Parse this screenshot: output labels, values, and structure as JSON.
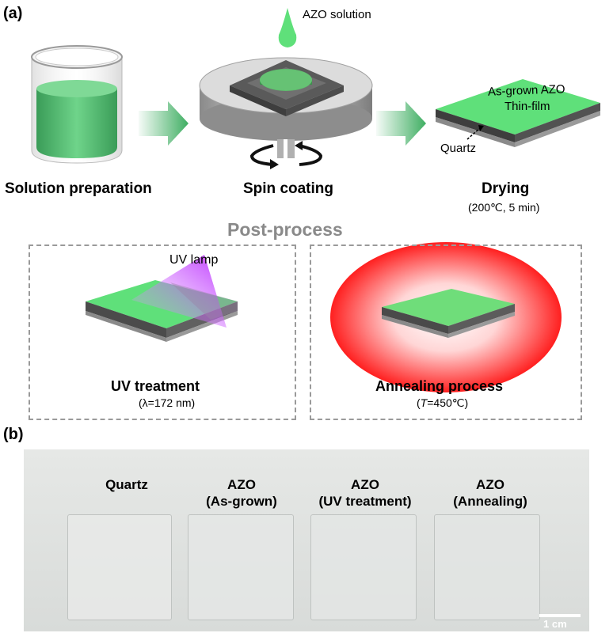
{
  "panel_a": {
    "label": "(a)",
    "drop_label": "AZO solution",
    "film_label_line1": "As-grown AZO",
    "film_label_line2": "Thin-film",
    "substrate_label": "Quartz",
    "steps": [
      {
        "title": "Solution preparation",
        "condition": ""
      },
      {
        "title": "Spin coating",
        "condition": ""
      },
      {
        "title": "Drying",
        "condition": "(200℃, 5 min)"
      }
    ],
    "post_title": "Post-process",
    "uv": {
      "lamp_label": "UV lamp",
      "title": "UV treatment",
      "condition": "(λ=172 nm)"
    },
    "anneal": {
      "title": "Annealing process",
      "condition_var": "T",
      "condition_rest": "=450℃)",
      "condition_open": "("
    }
  },
  "panel_b": {
    "label": "(b)",
    "samples": [
      {
        "line1": "Quartz",
        "line2": ""
      },
      {
        "line1": "AZO",
        "line2": "(As-grown)"
      },
      {
        "line1": "AZO",
        "line2": "(UV treatment)"
      },
      {
        "line1": "AZO",
        "line2": "(Annealing)"
      }
    ],
    "scale_bar": "1 cm"
  },
  "colors": {
    "film_green": "#5fe07a",
    "liquid_green": "#4db56a",
    "arrow_green": "#3fae62",
    "uv_violet": "#c63bff",
    "anneal_red": "#ff2a2a",
    "substrate_gray": "#6e6e6e",
    "photo_bg": "#dfe2e0"
  }
}
